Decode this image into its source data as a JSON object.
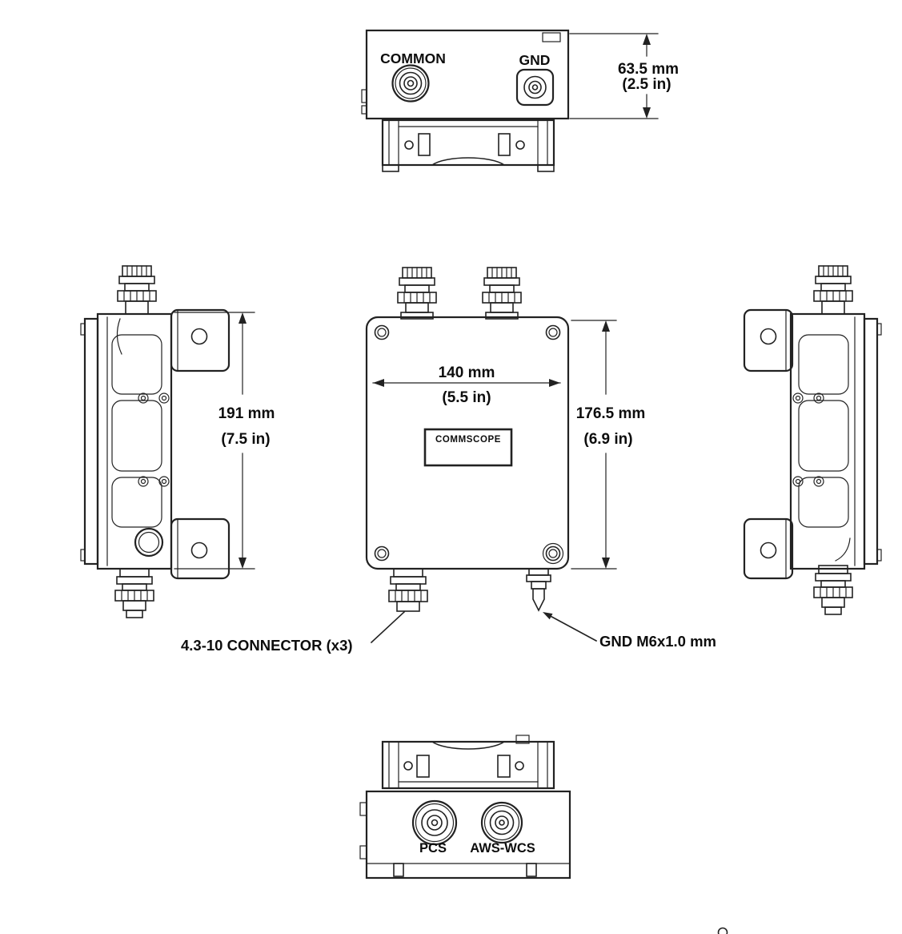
{
  "drawing": {
    "top_view": {
      "common_label": "COMMON",
      "gnd_label": "GND",
      "height_mm": "63.5 mm",
      "height_in": "(2.5 in)"
    },
    "side_view": {
      "height_mm": "191 mm",
      "height_in": "(7.5 in)"
    },
    "front_view": {
      "width_mm": "140 mm",
      "width_in": "(5.5 in)",
      "height_mm": "176.5 mm",
      "height_in": "(6.9 in)",
      "brand_label": "COMMSCOPE"
    },
    "bottom_view": {
      "pcs_label": "PCS",
      "aws_label": "AWS-WCS"
    },
    "callouts": {
      "connector_note": "4.3-10 CONNECTOR (x3)",
      "gnd_note": "GND M6x1.0 mm"
    }
  }
}
